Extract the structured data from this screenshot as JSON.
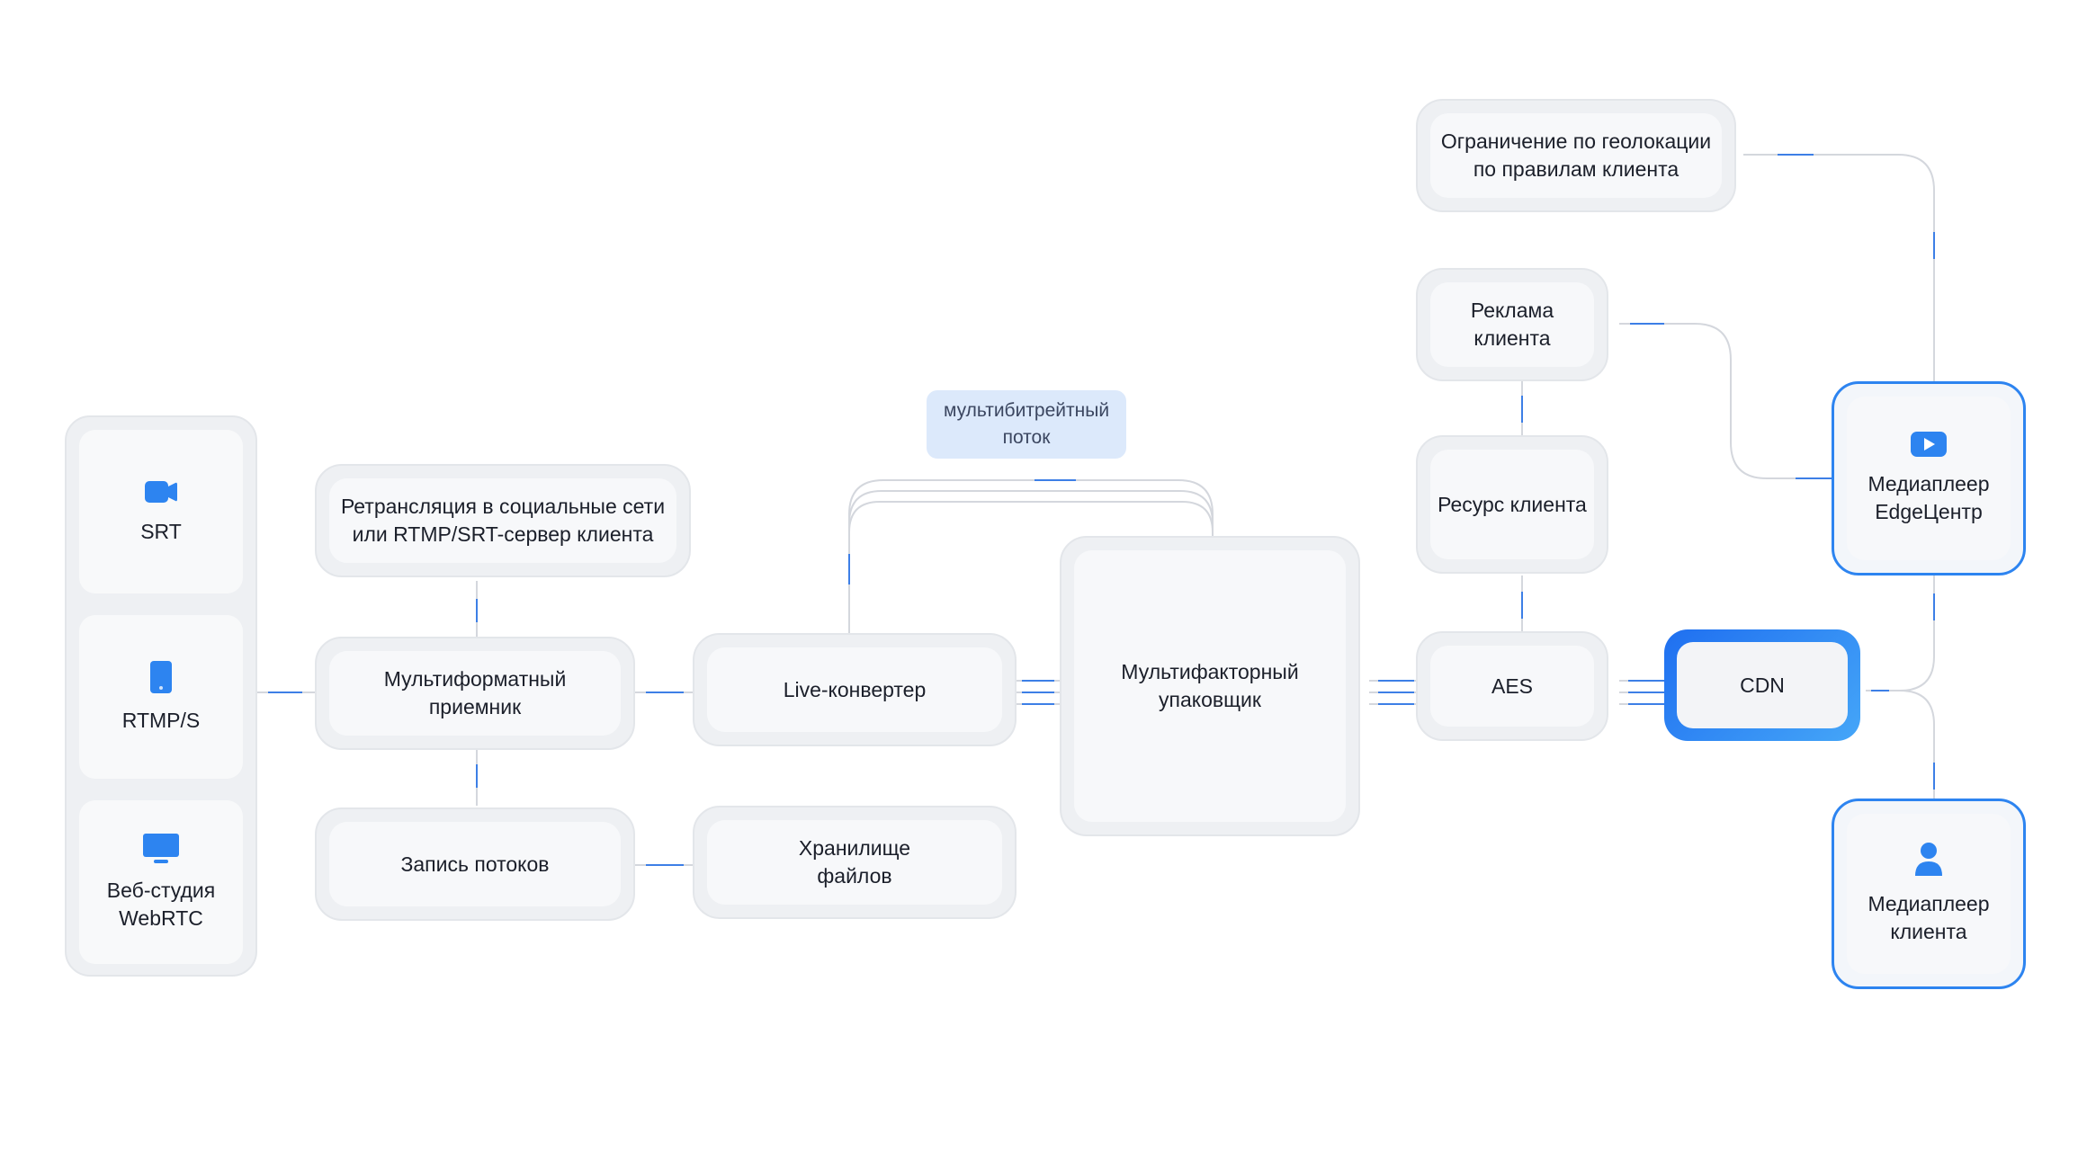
{
  "colors": {
    "accent": "#2d84f0",
    "line": "#d4d7dd",
    "line_accent": "#3d7fe6",
    "tag_bg": "#dce9fb"
  },
  "sources": [
    {
      "label": "SRT",
      "icon": "camera-icon"
    },
    {
      "label": "RTMP/S",
      "icon": "phone-icon"
    },
    {
      "label": "Веб-студия\nWebRTC",
      "icon": "monitor-icon"
    }
  ],
  "nodes": {
    "restream": "Ретрансляция в социальные сети\nили RTMP/SRT-сервер клиента",
    "receiver": "Мультиформатный\nприемник",
    "recording": "Запись потоков",
    "converter": "Live-конвертер",
    "storage": "Хранилище\nфайлов",
    "packager": "Мультифакторный\nупаковщик",
    "geo": "Ограничение по геолокации\nпо правилам клиента",
    "ads": "Реклама\nклиента",
    "resource": "Ресурс клиента",
    "aes": "AES",
    "cdn": "CDN",
    "player_edge": "Медиаплеер\nEdgeЦентр",
    "player_client": "Медиаплеер\nклиента"
  },
  "tags": {
    "multibitrate": "мультибитрейтный\nпоток"
  },
  "icons": {
    "player_edge": "play-icon",
    "player_client": "user-icon"
  }
}
